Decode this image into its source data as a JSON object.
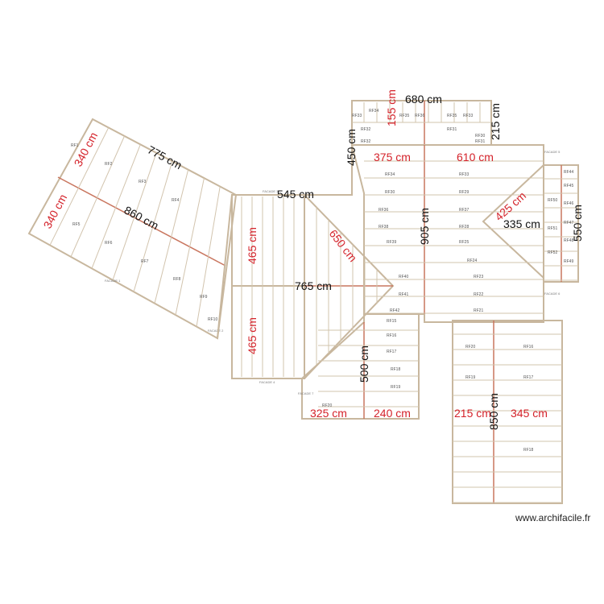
{
  "watermark": "www.archifacile.fr",
  "dimensions": {
    "left_top": "340 cm",
    "left_bottom": "340 cm",
    "top_left_length": "775 cm",
    "left_long": "860 cm",
    "mid_top": "545 cm",
    "mid_upper": "465 cm",
    "mid_lower": "465 cm",
    "mid_span": "765 cm",
    "diag_center": "650 cm",
    "top_width": "680 cm",
    "top_small": "155 cm",
    "top_height": "450 cm",
    "top_right_small": "215 cm",
    "right_left": "375 cm",
    "right_right": "610 cm",
    "right_vertical": "905 cm",
    "right_diag": "425 cm",
    "right_inner": "335 cm",
    "right_height": "550 cm",
    "lower_mid": "500 cm",
    "lower_left": "325 cm",
    "lower_right": "240 cm",
    "br_left": "215 cm",
    "br_height": "850 cm",
    "br_right": "345 cm"
  },
  "rafter_labels": {
    "top": [
      "RF33",
      "RF34",
      "RF35",
      "RF36",
      "RF35",
      "RF33",
      "RF32",
      "RF31",
      "RF30"
    ],
    "right_center": [
      "RF32",
      "RF31",
      "RF34",
      "RF33",
      "RF30",
      "RF29",
      "RF36",
      "RF37",
      "RF38",
      "RF39",
      "RF28",
      "RF25",
      "RF40",
      "RF24",
      "RF41",
      "RF22",
      "RF42",
      "RF21",
      "RF23"
    ],
    "lower_mid": [
      "RF15",
      "RF16",
      "RF17",
      "RF18",
      "RF19",
      "RF20"
    ],
    "bottom_right": [
      "RF20",
      "RF19",
      "RF18",
      "RF17",
      "RF16"
    ],
    "left_wing": [
      "RF1",
      "RF2",
      "RF3",
      "RF4",
      "RF5",
      "RF6",
      "RF7",
      "RF8",
      "RF9",
      "RF10"
    ],
    "right_wing": [
      "RF44",
      "RF45",
      "RF46",
      "RF47",
      "RF48",
      "RF49",
      "RF50",
      "RF51",
      "RF52"
    ]
  },
  "facade_labels": [
    "FACADE 1",
    "FACADE 2",
    "FACADE 3",
    "FACADE 4",
    "FACADE 5",
    "FACADE 6",
    "FACADE 7"
  ]
}
